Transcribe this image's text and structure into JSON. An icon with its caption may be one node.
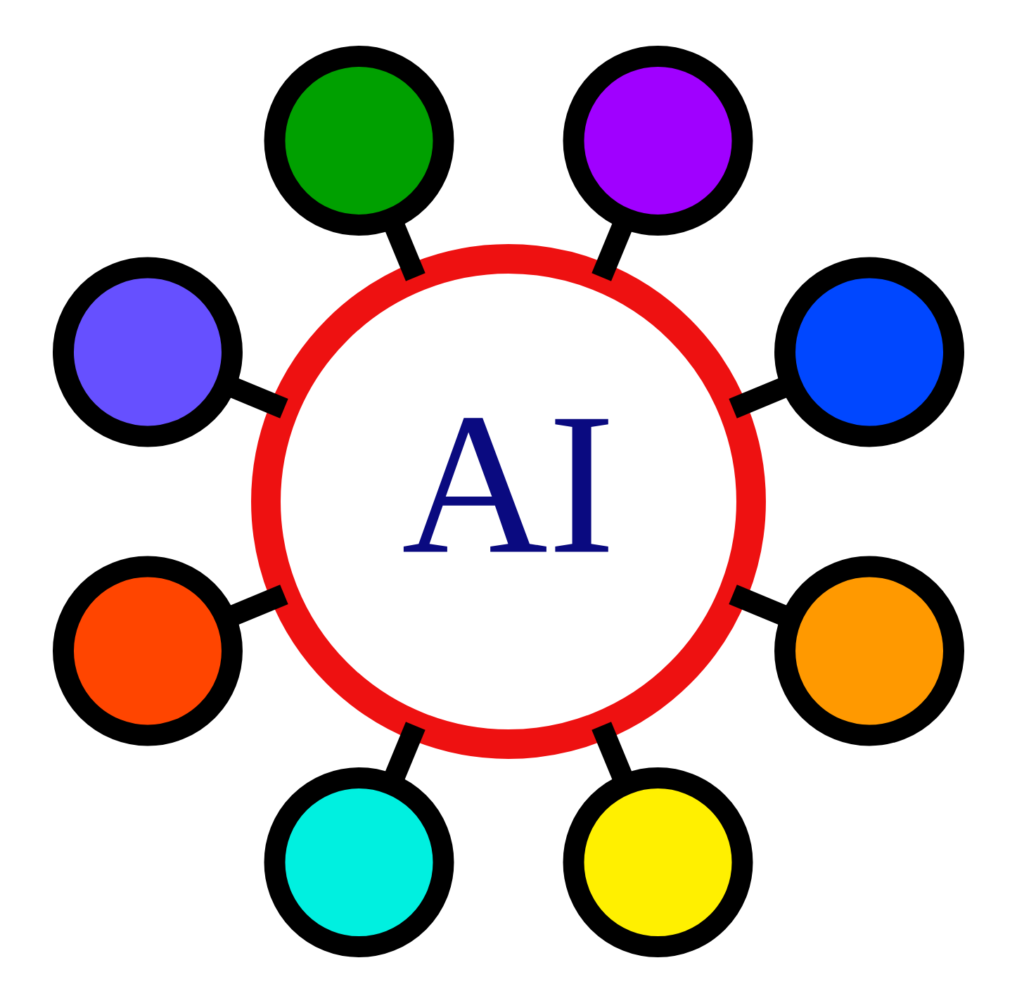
{
  "diagram": {
    "nodes": [
      {
        "text": [],
        "shape": "circle"
      },
      {
        "text": [],
        "shape": "circle"
      },
      {
        "text": [],
        "shape": "circle"
      },
      {
        "text": [],
        "shape": "circle"
      },
      {
        "text": [
          "AI"
        ]
      },
      {
        "text": [],
        "shape": "circle"
      },
      {
        "text": [],
        "shape": "circle"
      },
      {
        "text": [],
        "shape": "circle"
      },
      {
        "text": [],
        "shape": "circle"
      }
    ],
    "edges": [
      {
        "from": 4,
        "to": 0,
        "arrow": "none"
      },
      {
        "from": 4,
        "to": 2,
        "arrow": "none"
      },
      {
        "from": 4,
        "to": 5,
        "arrow": "none"
      },
      {
        "from": 4,
        "to": 7,
        "arrow": "none"
      },
      {
        "from": 4,
        "to": 8,
        "arrow": "none"
      },
      {
        "from": 4,
        "to": 6,
        "arrow": "none"
      },
      {
        "from": 4,
        "to": 3,
        "arrow": "none"
      },
      {
        "from": 4,
        "to": 1,
        "arrow": "none"
      }
    ]
  }
}
